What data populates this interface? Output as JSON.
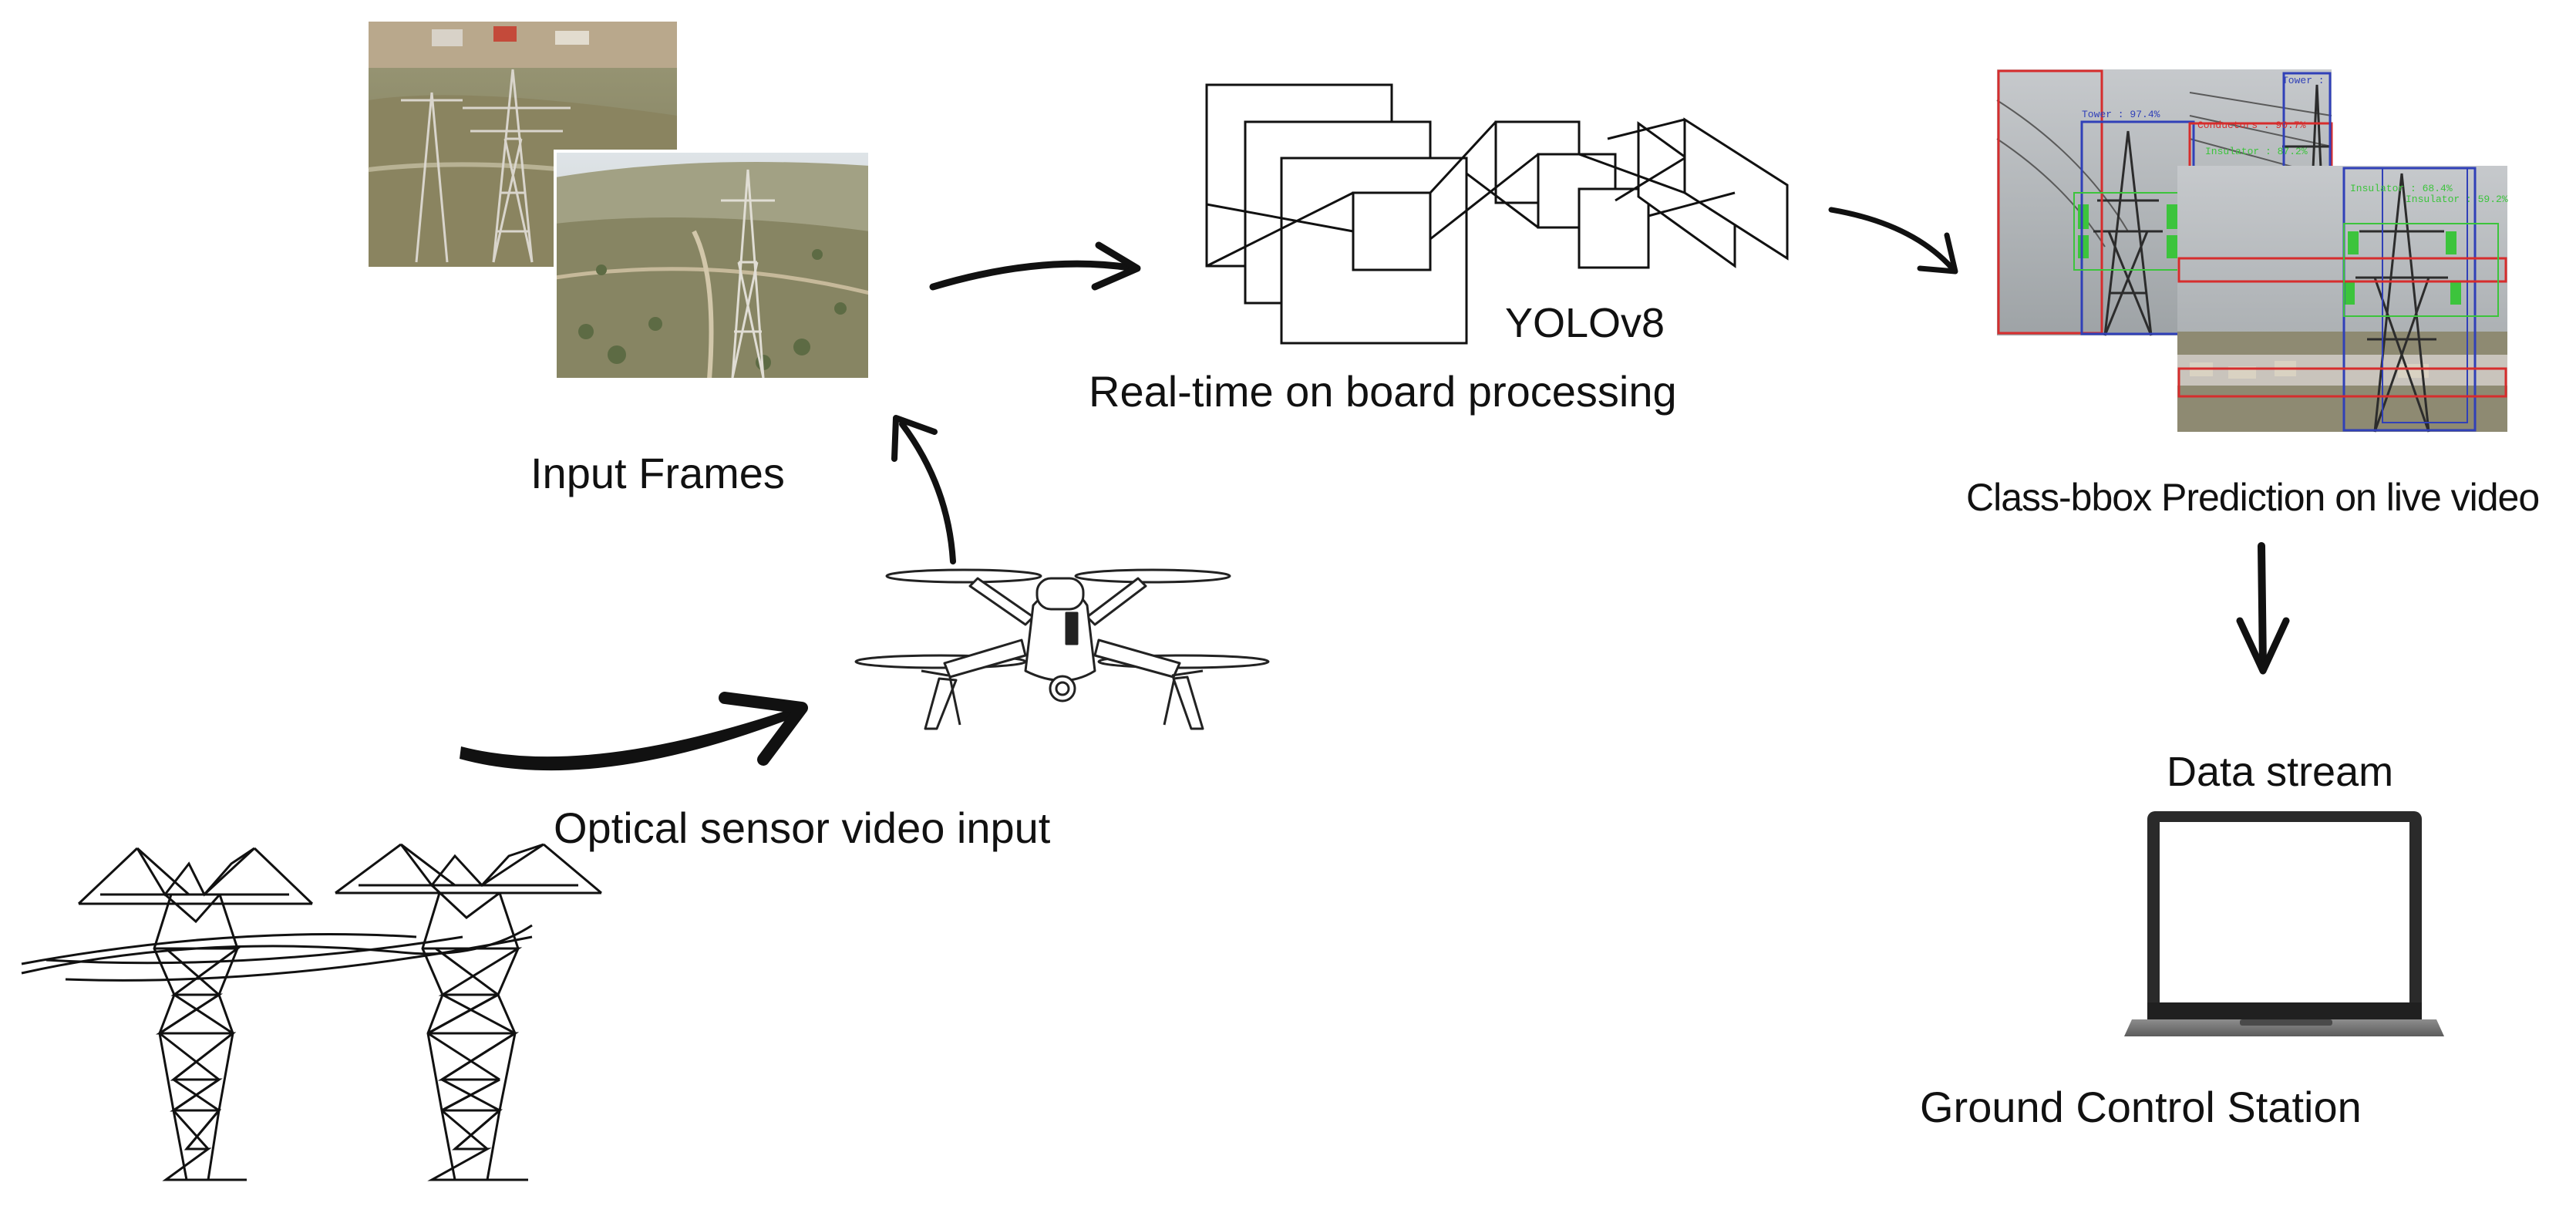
{
  "labels": {
    "input_frames": "Input Frames",
    "yolo": "YOLOv8",
    "processing": "Real-time on board processing",
    "prediction": "Class-bbox Prediction on  live video",
    "optical": "Optical sensor video input",
    "data_stream": "Data stream",
    "gcs": "Ground Control Station"
  },
  "detections": {
    "tower_a": "Tower : 97.4%",
    "tower_b": "Tower :",
    "conductors": "Conductors : 90.7%",
    "insulator_a": "Insulator : 87.2%",
    "insulator_b": "Insulator : 59.2%",
    "insulator_c": "Insulator : 68.4%"
  },
  "colors": {
    "bbox_red": "#d62d2d",
    "bbox_blue": "#3040b8",
    "bbox_green": "#3cc43c",
    "line": "#111111"
  }
}
